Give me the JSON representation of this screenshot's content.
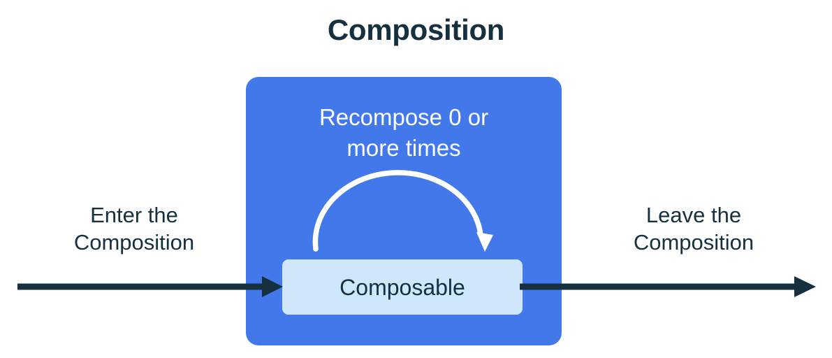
{
  "title": "Composition",
  "colors": {
    "background": "#ffffff",
    "ink": "#16303f",
    "composition_blue": "#4278ea",
    "composable_light_blue": "#d0e7fb",
    "loop_arrow": "#ffffff"
  },
  "diagram": {
    "composition_container": {
      "name": "Composition",
      "recompose_label_line1": "Recompose 0 or",
      "recompose_label_line2": "more times",
      "recompose_label_full": "Recompose 0 or more times",
      "loop_arrow_icon": "curved-loop-arrow-icon",
      "composable": {
        "label": "Composable"
      }
    },
    "enter": {
      "caption_line1": "Enter the",
      "caption_line2": "Composition",
      "caption_full": "Enter the Composition",
      "arrow_icon": "arrow-right-icon",
      "direction": "right"
    },
    "leave": {
      "caption_line1": "Leave the",
      "caption_line2": "Composition",
      "caption_full": "Leave the Composition",
      "arrow_icon": "arrow-right-icon",
      "direction": "right"
    }
  }
}
